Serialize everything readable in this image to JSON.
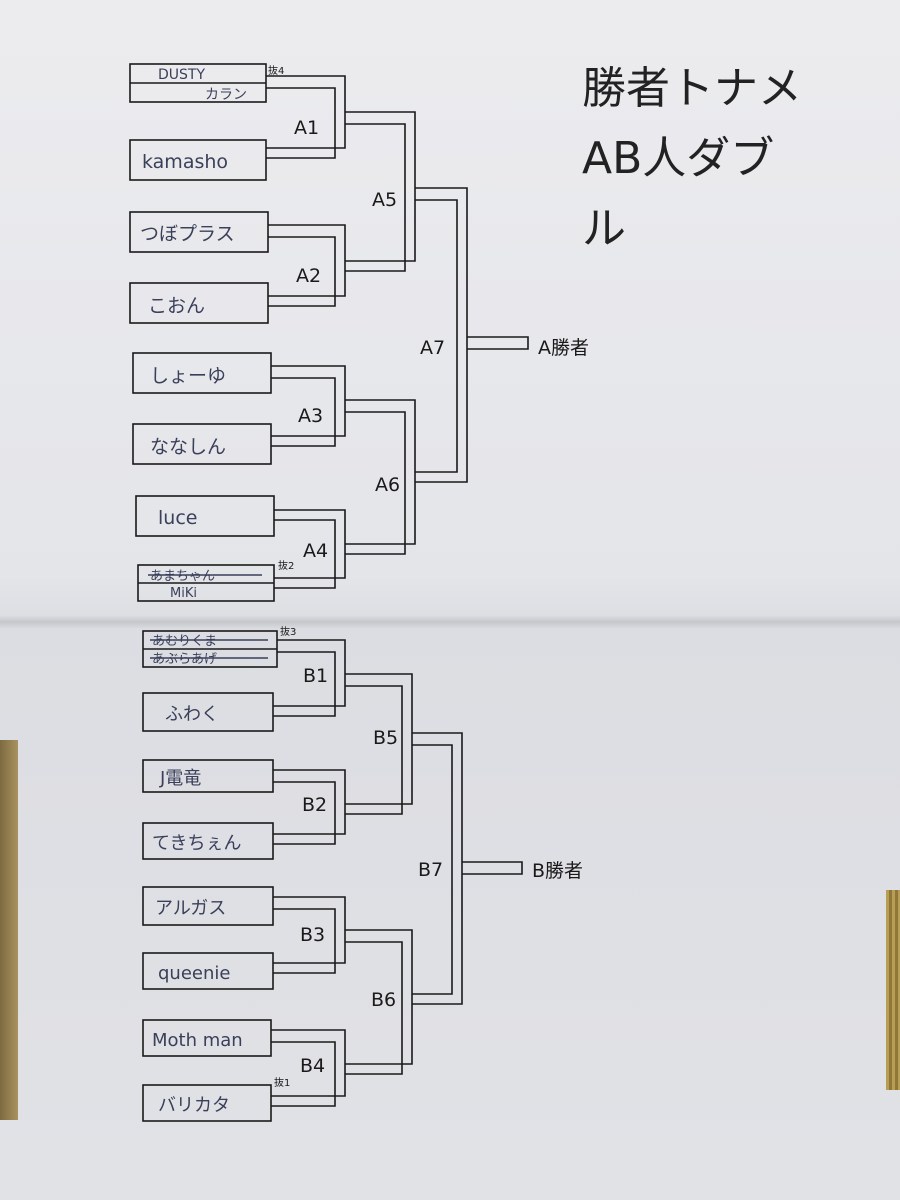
{
  "title": {
    "line1": "勝者トナメ",
    "line2": "AB人ダブ",
    "line3": "ル"
  },
  "bracket": {
    "a": {
      "entries": [
        {
          "name": "DUSTY",
          "crossed": false
        },
        {
          "name": "カラン",
          "crossed": false
        },
        {
          "name": "kamasho",
          "crossed": false
        },
        {
          "name": "つぼプラス",
          "crossed": false
        },
        {
          "name": "こおん",
          "crossed": false
        },
        {
          "name": "しょーゆ",
          "crossed": false
        },
        {
          "name": "ななしん",
          "crossed": false
        },
        {
          "name": "luce",
          "crossed": false
        },
        {
          "name": "あまちゃん",
          "crossed": true
        },
        {
          "name": "MiKi",
          "crossed": false
        }
      ],
      "notes": [
        "抜4",
        "抜2"
      ],
      "matches": [
        "A1",
        "A2",
        "A3",
        "A4",
        "A5",
        "A6",
        "A7"
      ],
      "winner": "A勝者"
    },
    "b": {
      "entries": [
        {
          "name": "あむりくま",
          "crossed": true
        },
        {
          "name": "あぶらあげ",
          "crossed": true
        },
        {
          "name": "ふわく",
          "crossed": false
        },
        {
          "name": "J電竜",
          "crossed": false
        },
        {
          "name": "てきちぇん",
          "crossed": false
        },
        {
          "name": "アルガス",
          "crossed": false
        },
        {
          "name": "queenie",
          "crossed": false
        },
        {
          "name": "Moth man",
          "crossed": false
        },
        {
          "name": "バリカタ",
          "crossed": false
        }
      ],
      "notes": [
        "抜3",
        "抜1"
      ],
      "matches": [
        "B1",
        "B2",
        "B3",
        "B4",
        "B5",
        "B6",
        "B7"
      ],
      "winner": "B勝者"
    }
  }
}
